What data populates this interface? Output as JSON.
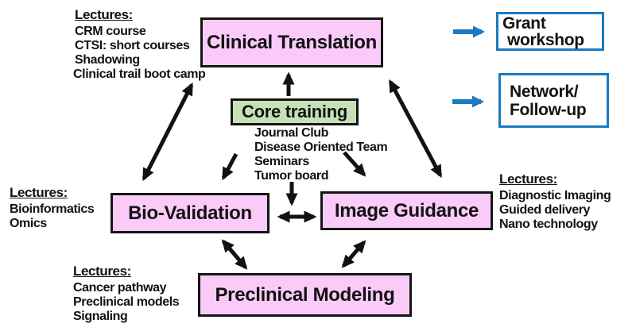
{
  "nodes": {
    "clinical_translation": {
      "label": "Clinical Translation"
    },
    "core_training": {
      "label": "Core training"
    },
    "bio_validation": {
      "label": "Bio-Validation"
    },
    "image_guidance": {
      "label": "Image Guidance"
    },
    "preclinical_modeling": {
      "label": "Preclinical Modeling"
    },
    "grant_workshop": {
      "line1": "Grant",
      "line2": "workshop"
    },
    "network_followup": {
      "line1": "Network/",
      "line2": "Follow-up"
    }
  },
  "core_activities": {
    "items": [
      "Journal Club",
      "Disease Oriented Team",
      "Seminars",
      "Tumor board"
    ]
  },
  "lectures": {
    "clinical": {
      "heading": "Lectures:",
      "items": [
        "CRM course",
        "CTSI: short courses",
        "Shadowing",
        "Clinical trail boot camp"
      ]
    },
    "bio_validation": {
      "heading": "Lectures:",
      "items": [
        "Bioinformatics",
        "Omics"
      ]
    },
    "image_guidance": {
      "heading": "Lectures:",
      "items": [
        "Diagnostic Imaging",
        "Guided delivery",
        "Nano technology"
      ]
    },
    "preclinical": {
      "heading": "Lectures:",
      "items": [
        "Cancer pathway",
        "Preclinical models",
        "Signaling"
      ]
    }
  },
  "colors": {
    "node_pink": "#FACBF8",
    "node_green": "#C7E1B6",
    "accent_blue": "#1B7AC0",
    "arrow_black": "#121212"
  }
}
